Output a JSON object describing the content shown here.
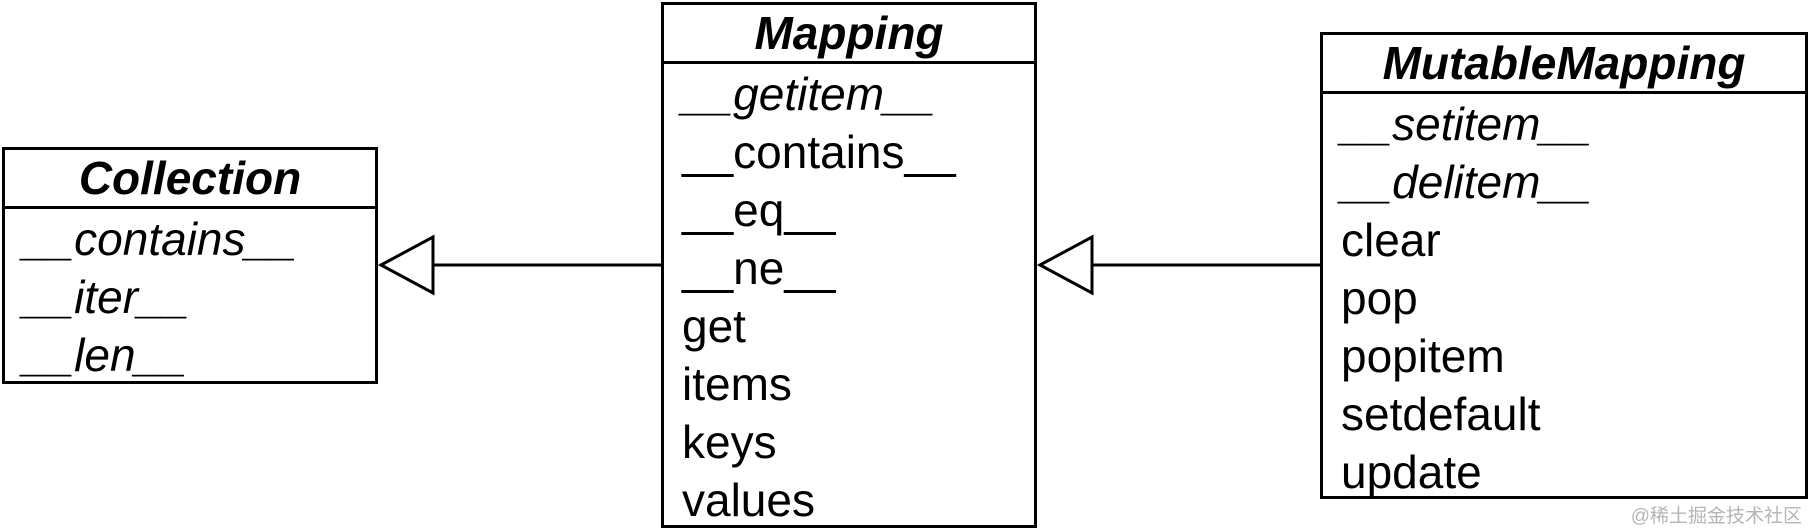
{
  "classes": {
    "collection": {
      "name": "Collection",
      "members": [
        {
          "label": "__contains__",
          "abstract": true
        },
        {
          "label": "__iter__",
          "abstract": true
        },
        {
          "label": "__len__",
          "abstract": true
        }
      ]
    },
    "mapping": {
      "name": "Mapping",
      "members": [
        {
          "label": "__getitem__",
          "abstract": true
        },
        {
          "label": "__contains__",
          "abstract": false
        },
        {
          "label": "__eq__",
          "abstract": false
        },
        {
          "label": "__ne__",
          "abstract": false
        },
        {
          "label": "get",
          "abstract": false
        },
        {
          "label": "items",
          "abstract": false
        },
        {
          "label": "keys",
          "abstract": false
        },
        {
          "label": "values",
          "abstract": false
        }
      ]
    },
    "mutable_mapping": {
      "name": "MutableMapping",
      "members": [
        {
          "label": "__setitem__",
          "abstract": true
        },
        {
          "label": "__delitem__",
          "abstract": true
        },
        {
          "label": "clear",
          "abstract": false
        },
        {
          "label": "pop",
          "abstract": false
        },
        {
          "label": "popitem",
          "abstract": false
        },
        {
          "label": "setdefault",
          "abstract": false
        },
        {
          "label": "update",
          "abstract": false
        }
      ]
    }
  },
  "relations": [
    {
      "from": "Mapping",
      "to": "Collection",
      "type": "inheritance"
    },
    {
      "from": "MutableMapping",
      "to": "Mapping",
      "type": "inheritance"
    }
  ],
  "watermark": "@稀土掘金技术社区"
}
